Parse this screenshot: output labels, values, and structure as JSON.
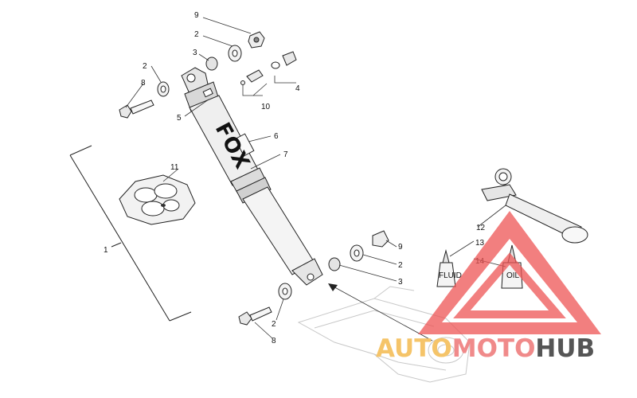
{
  "diagram": {
    "brand_on_shock": "FOX",
    "bottle_fluid_label": "FLUID",
    "bottle_oil_label": "OIL",
    "callouts": {
      "c1": "1",
      "c2a": "2",
      "c2b": "2",
      "c2c": "2",
      "c2d": "2",
      "c3a": "3",
      "c3b": "3",
      "c4": "4",
      "c5": "5",
      "c6": "6",
      "c7": "7",
      "c8a": "8",
      "c8b": "8",
      "c9a": "9",
      "c9b": "9",
      "c10": "10",
      "c11": "11",
      "c12": "12",
      "c13": "13",
      "c14": "14"
    }
  },
  "watermark": {
    "word_auto": "AUTO",
    "word_moto": "MOTO",
    "word_hub": "HUB",
    "colors": {
      "auto": "#f5c469",
      "moto": "#f08a8a",
      "hub": "#555555",
      "triangle": "#ee5555"
    }
  }
}
